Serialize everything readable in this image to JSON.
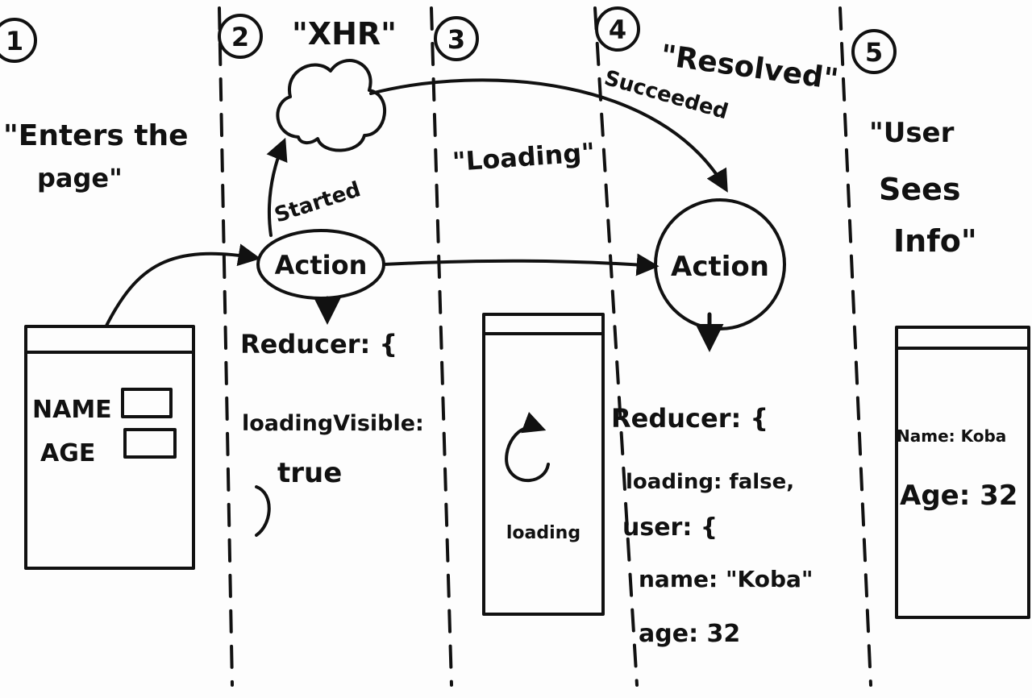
{
  "steps": [
    {
      "number": "1",
      "caption_line1": "\"Enters the",
      "caption_line2": "page\""
    },
    {
      "number": "2",
      "title": "\"XHR\"",
      "started_label": "Started",
      "action_label": "Action",
      "reducer_open": "Reducer: {",
      "reducer_line1": "loadingVisible:",
      "reducer_line2": "true",
      "reducer_close": "}"
    },
    {
      "number": "3",
      "caption": "\"Loading\"",
      "screen_text": "loading"
    },
    {
      "number": "4",
      "title": "\"Resolved\"",
      "succeeded_label": "Succeeded",
      "action_label": "Action",
      "reducer_open": "Reducer: {",
      "reducer_line1": "loading: false,",
      "reducer_line2": "user: {",
      "reducer_line3": "name: \"Koba\"",
      "reducer_line4": "age: 32"
    },
    {
      "number": "5",
      "caption_line1": "\"User",
      "caption_line2": "Sees",
      "caption_line3": "Info\"",
      "screen_line1": "Name: Koba",
      "screen_line2": "Age: 32"
    }
  ],
  "form": {
    "name_label": "NAME",
    "age_label": "AGE"
  },
  "colors": {
    "ink": "#111111",
    "paper": "#fdfdfd"
  }
}
